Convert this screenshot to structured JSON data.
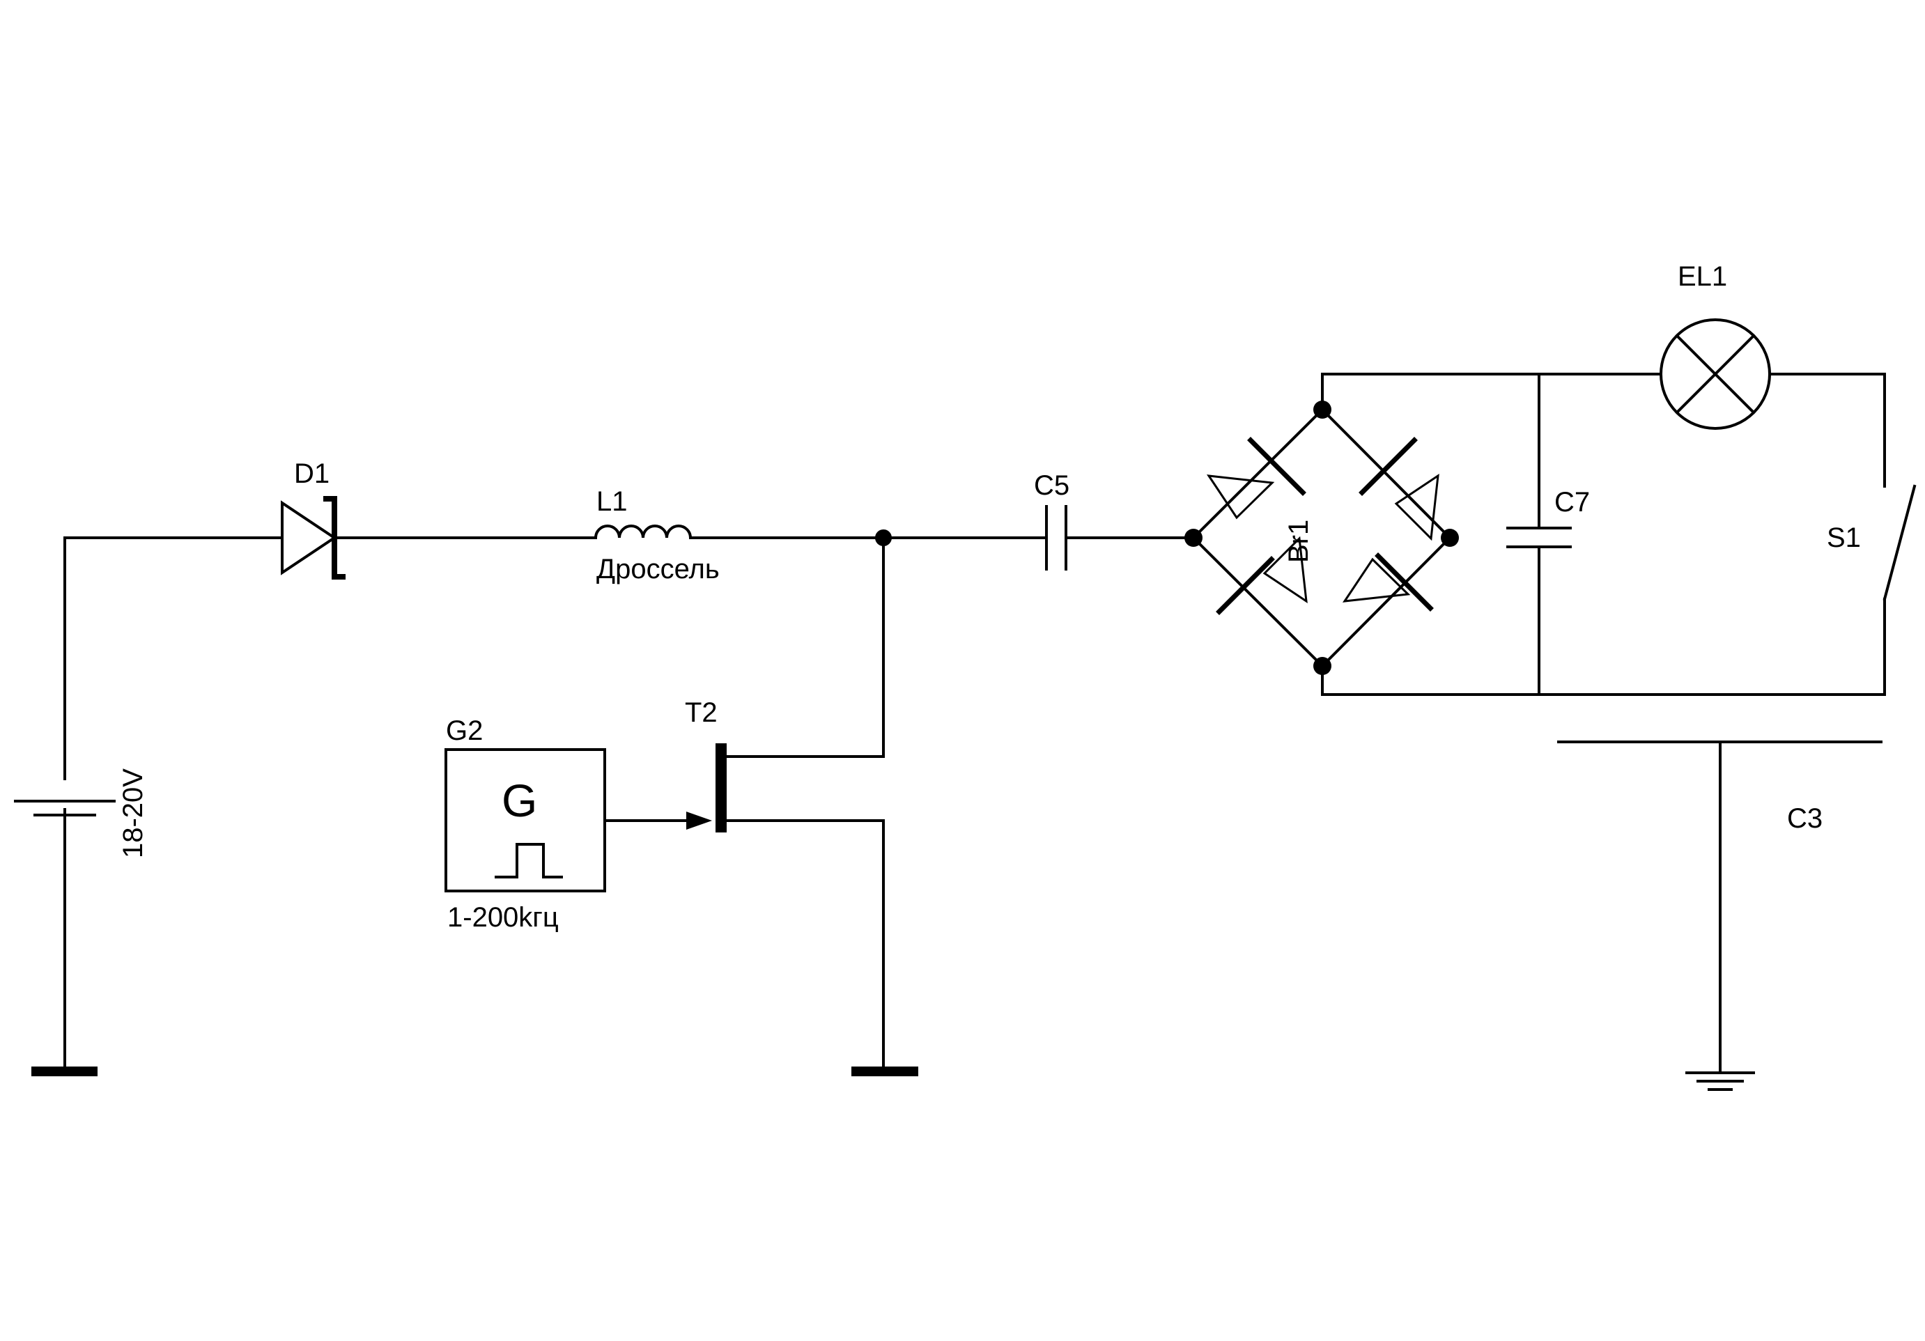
{
  "labels": {
    "d1": "D1",
    "l1": "L1",
    "l1_name": "Дроссель",
    "c5": "C5",
    "br1": "Br1",
    "c7": "C7",
    "el1": "EL1",
    "s1": "S1",
    "c3": "C3",
    "g2": "G2",
    "g2_symbol": "G",
    "g2_freq": "1-200kгц",
    "t2": "T2",
    "battery_voltage": "18-20V"
  }
}
